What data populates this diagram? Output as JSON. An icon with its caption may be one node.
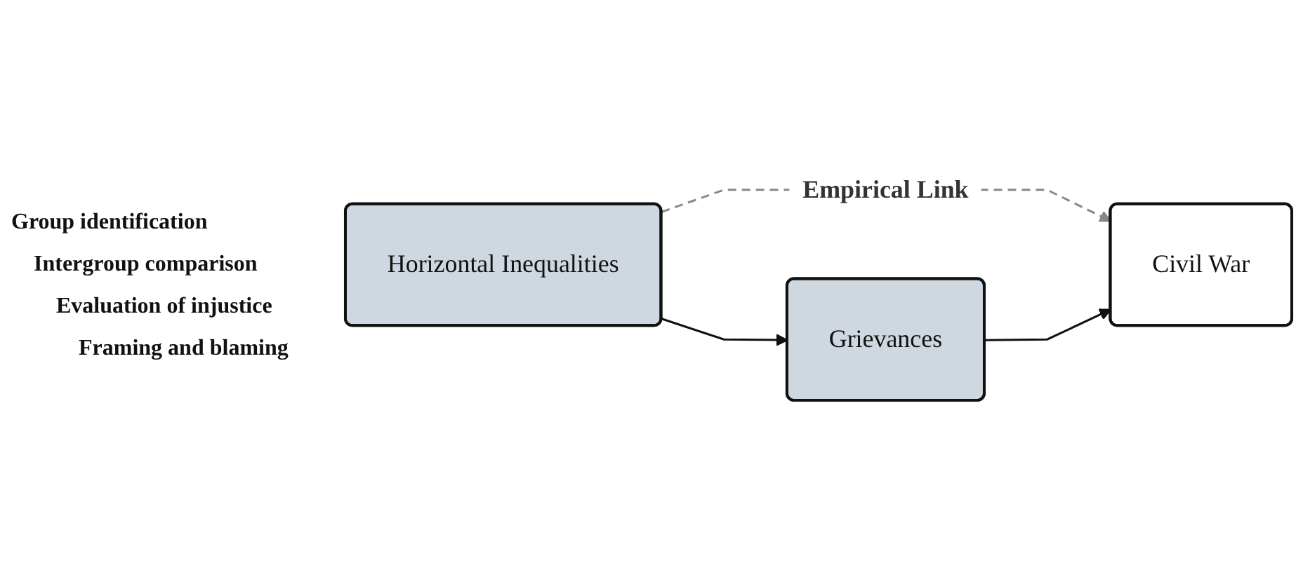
{
  "diagram": {
    "nodes": [
      {
        "text": [
          "Horizontal Inequalities"
        ]
      },
      {
        "text": [
          "Civil War"
        ]
      },
      {
        "text": [
          "Grievances"
        ]
      }
    ],
    "edges": [
      {
        "from": 0,
        "to": 1,
        "arrow": "to",
        "label": "Empirical Link",
        "style": "dashed",
        "color": "#888888"
      },
      {
        "from": 0,
        "to": 2,
        "arrow": "to"
      },
      {
        "from": 2,
        "to": 1,
        "arrow": "to"
      }
    ],
    "labels": [
      "Group identification",
      "Intergroup comparison",
      "Evaluation of injustice",
      "Framing and blaming"
    ]
  }
}
